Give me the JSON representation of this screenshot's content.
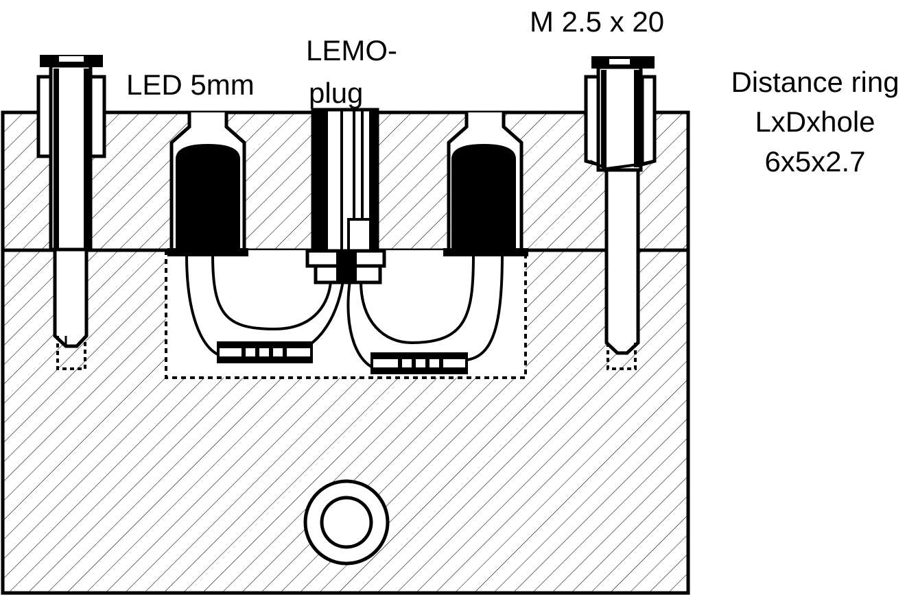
{
  "labels": {
    "screw": "M 2.5 x 20",
    "led": "LED 5mm",
    "lemo_line1": "LEMO-",
    "lemo_line2": "plug",
    "ring_line1": "Distance ring",
    "ring_line2": "LxDxhole",
    "ring_line3": "6x5x2.7"
  },
  "colors": {
    "line": "#000000",
    "background": "#ffffff",
    "hatch": "#000000"
  }
}
